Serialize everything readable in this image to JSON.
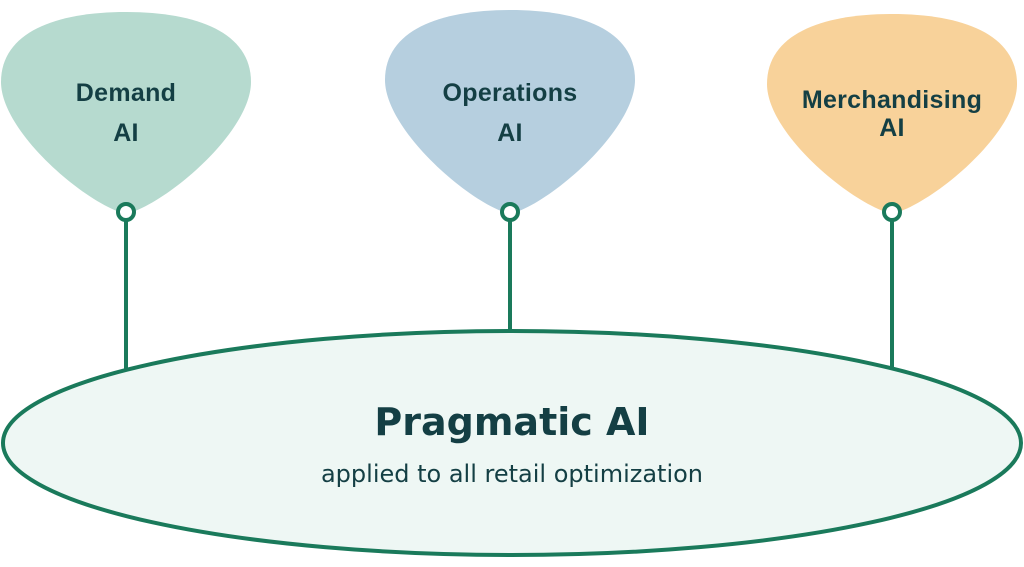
{
  "colors": {
    "connector": "#1a7a5b",
    "text_dark": "#143f44",
    "ellipse_fill": "#eef7f4",
    "demand_fill": "#b6dacf",
    "operations_fill": "#b6cfdf",
    "merch_fill": "#f8d29a"
  },
  "pins": [
    {
      "id": "demand",
      "line1": "Demand",
      "line2": "AI",
      "color_key": "demand_fill"
    },
    {
      "id": "operations",
      "line1": "Operations",
      "line2": "AI",
      "color_key": "operations_fill"
    },
    {
      "id": "merchandising",
      "line1": "Merchandising",
      "line2": "AI",
      "color_key": "merch_fill"
    }
  ],
  "core": {
    "title": "Pragmatic AI",
    "subtitle": "applied to all retail optimization"
  }
}
